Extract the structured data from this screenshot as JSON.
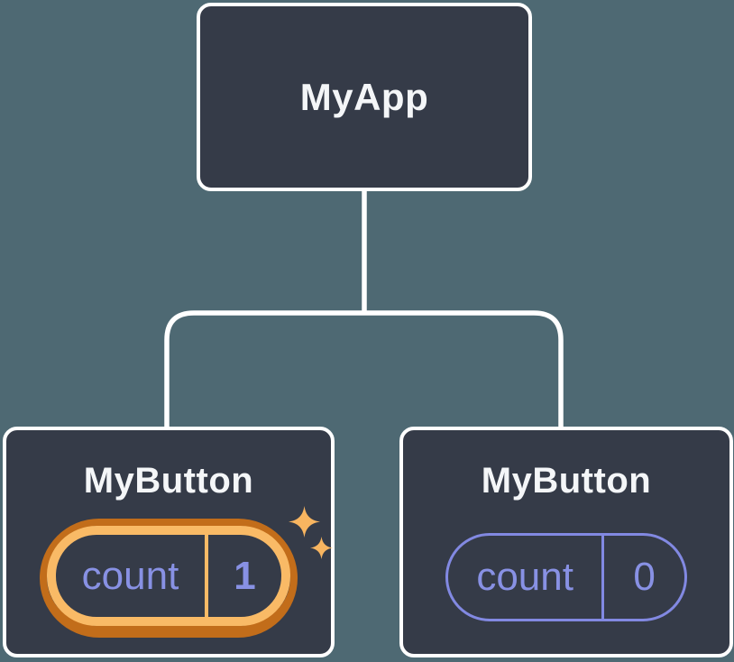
{
  "diagram": {
    "title": "component-state-tree",
    "colors": {
      "background": "#4e6973",
      "node_background": "#353b48",
      "node_border": "#ffffff",
      "connector": "#ffffff",
      "accent_purple_border": "#8289e2",
      "accent_purple_text": "#8891e4",
      "highlight_orange_dark": "#c26d1a",
      "highlight_orange_light": "#f9ba66",
      "sparkle": "#f8b560",
      "title_text": "#f4f6f8"
    },
    "root": {
      "label": "MyApp"
    },
    "children": [
      {
        "label": "MyButton",
        "state_name": "count",
        "state_value": "1",
        "highlighted": true
      },
      {
        "label": "MyButton",
        "state_name": "count",
        "state_value": "0",
        "highlighted": false
      }
    ]
  }
}
